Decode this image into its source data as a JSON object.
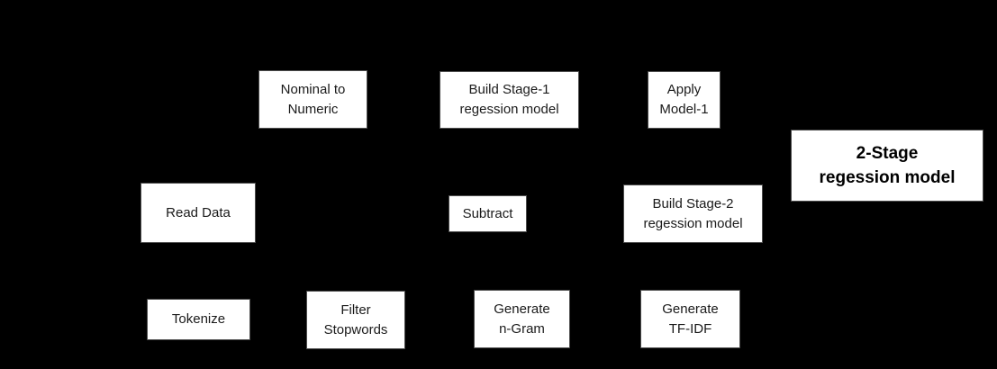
{
  "diagram": {
    "description": "2-Stage regression model process flow",
    "colors": {
      "background": "#000000",
      "node_fill": "#ffffff",
      "node_border": "#4d4d4d",
      "node_text": "#1a1a1a"
    },
    "nodes": [
      {
        "id": "read-data",
        "lines": [
          "Read Data"
        ]
      },
      {
        "id": "tokenize",
        "lines": [
          "Tokenize"
        ]
      },
      {
        "id": "nominal-to-numeric",
        "lines": [
          "Nominal to",
          "Numeric"
        ]
      },
      {
        "id": "filter-stopwords",
        "lines": [
          "Filter",
          "Stopwords"
        ]
      },
      {
        "id": "build-stage1",
        "lines": [
          "Build Stage-1",
          "regession model"
        ]
      },
      {
        "id": "subtract",
        "lines": [
          "Subtract"
        ]
      },
      {
        "id": "generate-ngram",
        "lines": [
          "Generate",
          "n-Gram"
        ]
      },
      {
        "id": "apply-model1",
        "lines": [
          "Apply",
          "Model-1"
        ]
      },
      {
        "id": "build-stage2",
        "lines": [
          "Build Stage-2",
          "regession model"
        ]
      },
      {
        "id": "generate-tfidf",
        "lines": [
          "Generate",
          "TF-IDF"
        ]
      },
      {
        "id": "two-stage-result",
        "lines": [
          "2-Stage",
          "regession model"
        ]
      }
    ]
  }
}
